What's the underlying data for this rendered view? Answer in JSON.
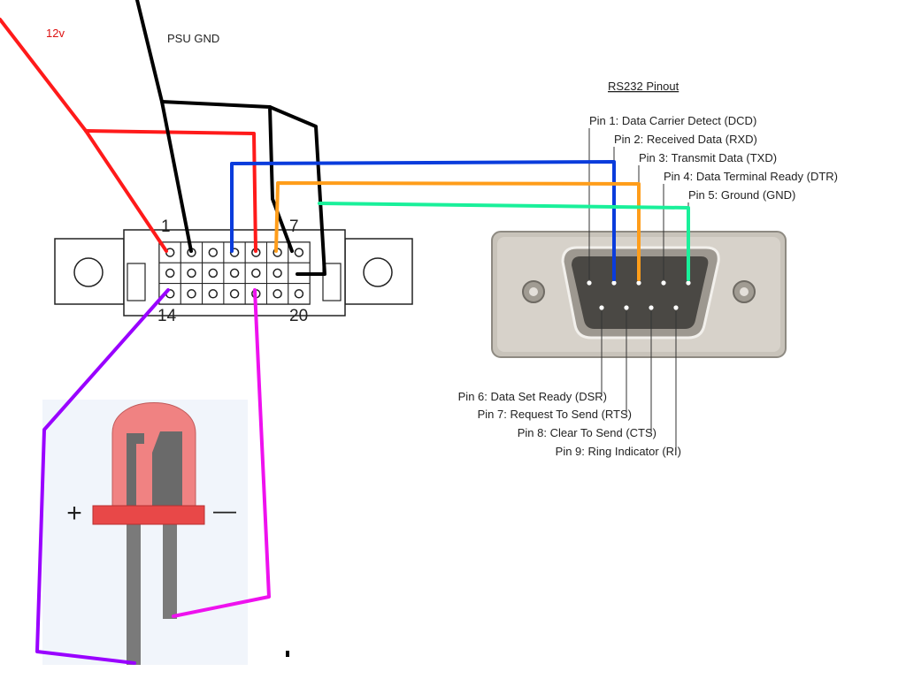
{
  "labels": {
    "v12": "12v",
    "psu_gnd": "PSU GND",
    "rs232_title": "RS232 Pinout"
  },
  "header_pins": {
    "pin_1": "1",
    "pin_7": "7",
    "pin_14": "14",
    "pin_20": "20"
  },
  "db9_pins": {
    "top": [
      "Pin 1: Data Carrier Detect (DCD)",
      "Pin 2: Received Data (RXD)",
      "Pin 3: Transmit Data (TXD)",
      "Pin 4: Data Terminal Ready (DTR)",
      "Pin 5: Ground (GND)"
    ],
    "bottom": [
      "Pin 6: Data Set Ready (DSR)",
      "Pin 7: Request To Send (RTS)",
      "Pin 8: Clear To Send (CTS)",
      "Pin 9: Ring Indicator (RI)"
    ]
  },
  "led_polarity": {
    "plus": "+",
    "minus": "—"
  },
  "colors": {
    "red_wire": "#ff1a1a",
    "black_wire": "#000000",
    "blue_wire": "#0a3cdc",
    "orange_wire": "#ff9d1a",
    "green_wire": "#19f09a",
    "purple_wire": "#9900ff",
    "magenta_wire": "#ee11ee",
    "label_red": "#dd1111",
    "led_body": "#f08282",
    "led_collar": "#e84848",
    "led_leg": "#7a7a7a"
  }
}
